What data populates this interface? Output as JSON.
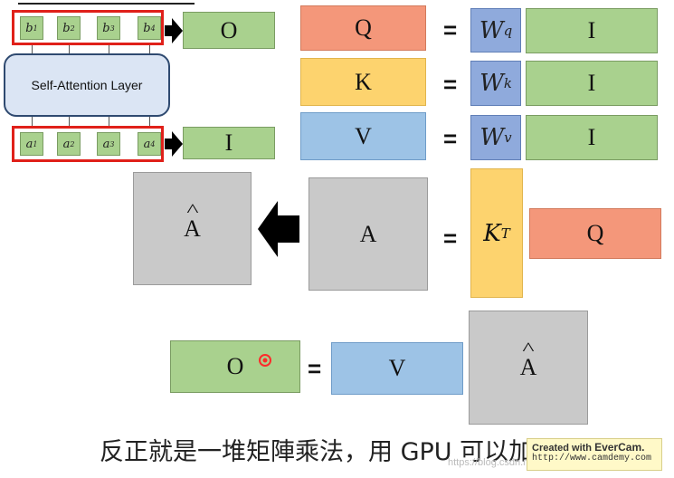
{
  "diagram": {
    "layer_label": "Self-Attention Layer",
    "output_tokens": [
      "b",
      "b",
      "b",
      "b"
    ],
    "output_sups": [
      "1",
      "2",
      "3",
      "4"
    ],
    "input_tokens": [
      "a",
      "a",
      "a",
      "a"
    ],
    "input_sups": [
      "1",
      "2",
      "3",
      "4"
    ],
    "output_matrix": "O",
    "input_matrix": "I"
  },
  "equations": {
    "q": {
      "lhs": "Q",
      "eq": "=",
      "w": "W",
      "w_sup": "q",
      "rhs": "I"
    },
    "k": {
      "lhs": "K",
      "eq": "=",
      "w": "W",
      "w_sup": "k",
      "rhs": "I"
    },
    "v": {
      "lhs": "V",
      "eq": "=",
      "w": "W",
      "w_sup": "v",
      "rhs": "I"
    },
    "attention": {
      "a_hat": "A",
      "a": "A",
      "eq": "=",
      "kt": "K",
      "kt_sup": "T",
      "q": "Q"
    },
    "output": {
      "o": "O",
      "eq": "=",
      "v": "V",
      "a_hat": "A"
    }
  },
  "caption": "反正就是一堆矩陣乘法，用 GPU 可以加速",
  "watermark": {
    "line1_prefix": "Created with ",
    "line1_brand": "EverCam.",
    "line2": "http://www.camdemy.com"
  },
  "url_watermark": "https://blog.csdn.net/..."
}
